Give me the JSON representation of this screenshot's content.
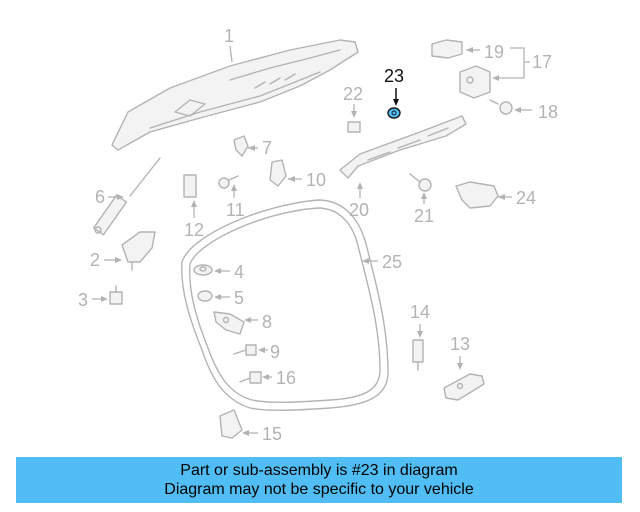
{
  "diagram": {
    "highlight_color": "#50bef5",
    "highlighted_part": "23",
    "labels": {
      "p1": "1",
      "p2": "2",
      "p3": "3",
      "p4": "4",
      "p5": "5",
      "p6": "6",
      "p7": "7",
      "p8": "8",
      "p9": "9",
      "p10": "10",
      "p11": "11",
      "p12": "12",
      "p13": "13",
      "p14": "14",
      "p15": "15",
      "p16": "16",
      "p17": "17",
      "p18": "18",
      "p19": "19",
      "p20": "20",
      "p21": "21",
      "p22": "22",
      "p23": "23",
      "p24": "24",
      "p25": "25"
    }
  },
  "footer": {
    "line1": "Part or sub-assembly is #23 in diagram",
    "line2": "Diagram may not be specific to your vehicle",
    "background": "#50bef5"
  }
}
